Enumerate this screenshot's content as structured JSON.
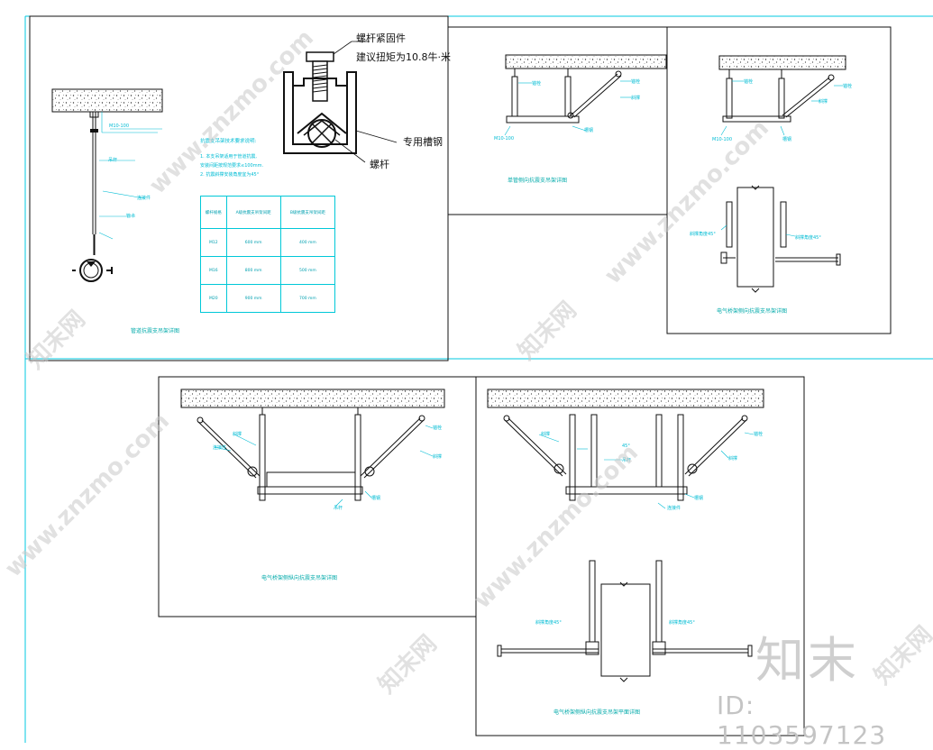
{
  "labels": {
    "bolt_fastener": "螺杆紧固件",
    "torque_note": "建议扭矩为10.8牛·米",
    "channel_steel": "专用槽钢",
    "screw_rod": "螺杆"
  },
  "notes_title": "抗震支吊架技术要求说明:",
  "notes": [
    "1. 本支吊架适用于管道抗震,",
    "   安装间距按规范要求≤100mm.",
    "2. 抗震斜撑安装角度宜为45°"
  ],
  "table": {
    "headers": [
      "螺杆规格",
      "A级抗震支吊架间距",
      "B级抗震支吊架间距"
    ],
    "rows": [
      [
        "M12",
        "600 mm",
        "400 mm"
      ],
      [
        "M16",
        "800 mm",
        "500 mm"
      ],
      [
        "M20",
        "900 mm",
        "700 mm"
      ]
    ]
  },
  "captions": {
    "panel1": "管道抗震支吊架详图",
    "panel2": "单管侧向抗震支吊架详图",
    "panel3": "电气桥架侧向抗震支吊架详图",
    "panel4": "电气桥架侧纵向抗震支吊架详图",
    "panel5": "电气桥架侧纵向抗震支吊架平面详图"
  },
  "callouts": {
    "rod_spec": "M10-100",
    "anchor": "锚栓",
    "brace": "斜撑",
    "channel": "槽钢",
    "connector": "连接件",
    "pipe_clamp": "管卡",
    "hanger": "吊杆",
    "angle": "45°",
    "brace_angle": "斜撑角度45°"
  },
  "watermark": {
    "site": "www.znzmo.com",
    "brand": "知末网",
    "logo": "知末",
    "id": "ID: 1103597123"
  },
  "colors": {
    "cad_line": "#222222",
    "annotation": "#00bcd4",
    "frame": "#00c8e0"
  }
}
